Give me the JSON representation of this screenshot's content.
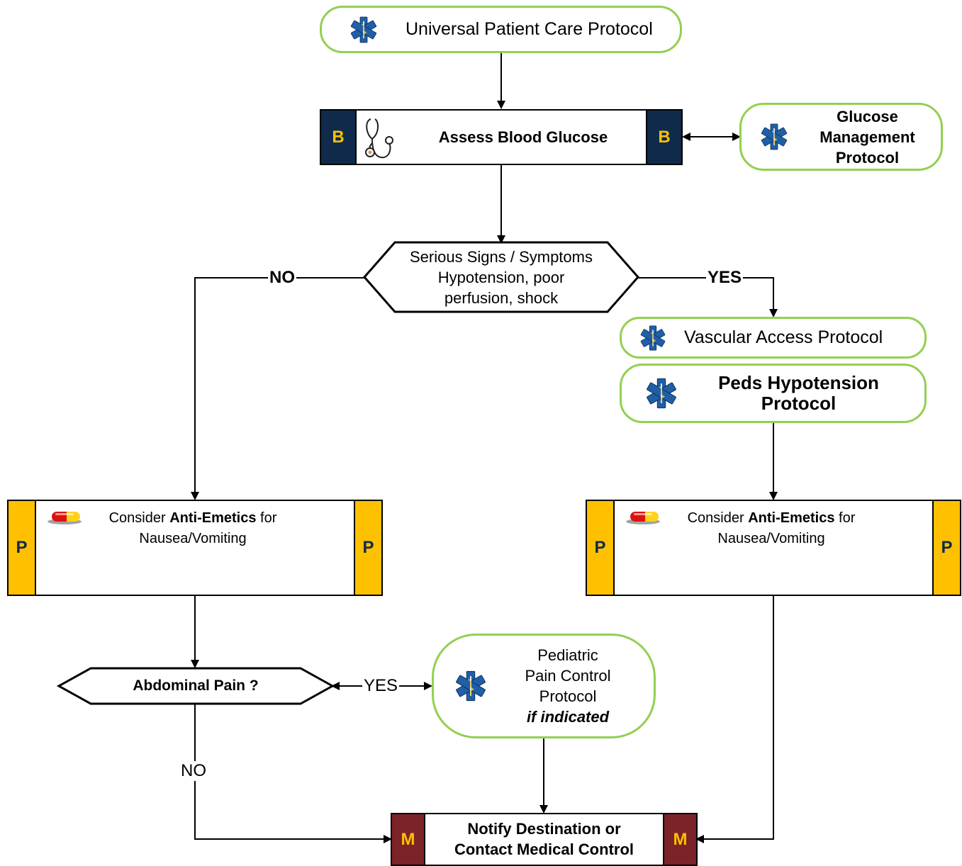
{
  "nodes": {
    "universal": {
      "label": "Universal Patient Care Protocol"
    },
    "assess_glucose": {
      "label": "Assess Blood Glucose",
      "left_band": "B",
      "right_band": "B"
    },
    "glucose_mgmt": {
      "line1": "Glucose",
      "line2": "Management",
      "line3": "Protocol"
    },
    "serious_signs": {
      "line1": "Serious Signs / Symptoms",
      "line2": "Hypotension, poor",
      "line3": "perfusion, shock"
    },
    "vascular": {
      "label": "Vascular Access Protocol"
    },
    "peds_hypo": {
      "line1": "Peds Hypotension",
      "line2": "Protocol"
    },
    "antiemetic_left": {
      "prefix": "Consider ",
      "bold": "Anti-Emetics",
      "suffix": " for",
      "line2": "Nausea/Vomiting",
      "left_band": "P",
      "right_band": "P"
    },
    "antiemetic_right": {
      "prefix": "Consider ",
      "bold": "Anti-Emetics",
      "suffix": " for",
      "line2": "Nausea/Vomiting",
      "left_band": "P",
      "right_band": "P"
    },
    "abdominal": {
      "label": "Abdominal Pain ?"
    },
    "peds_pain": {
      "line1": "Pediatric",
      "line2": "Pain Control",
      "line3": "Protocol",
      "line4": "if indicated"
    },
    "notify": {
      "line1": "Notify Destination or",
      "line2": "Contact Medical Control",
      "left_band": "M",
      "right_band": "M"
    }
  },
  "edge_labels": {
    "signs_no": "NO",
    "signs_yes": "YES",
    "abd_yes": "YES",
    "abd_no": "NO"
  },
  "icons": {
    "protocol": "star-of-life-icon",
    "assessment": "stethoscope-icon",
    "medication": "capsule-icon"
  },
  "colors": {
    "protocol_border": "#92d050",
    "basic_band": "#0f2a4a",
    "paramedic_band": "#ffc000",
    "medical_band": "#7b2328",
    "band_text": "#ffc000",
    "star_blue": "#1f5fa8"
  }
}
